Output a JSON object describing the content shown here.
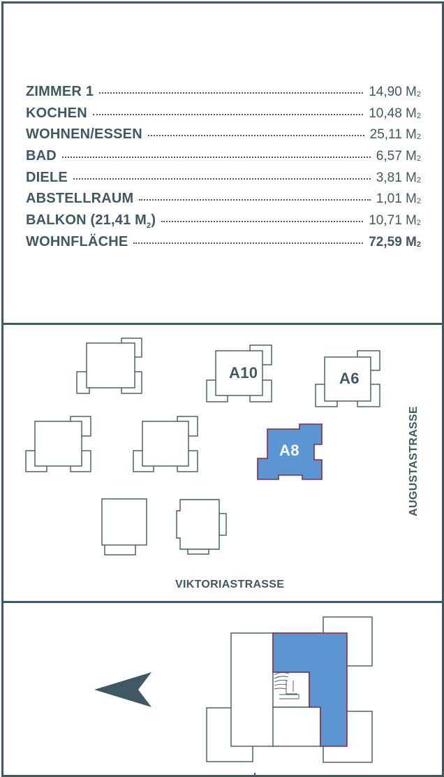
{
  "rooms": [
    {
      "name": "ZIMMER 1",
      "value": "14,90",
      "unit": "M",
      "exp": "2"
    },
    {
      "name": "KOCHEN",
      "value": "10,48",
      "unit": "M",
      "exp": "2"
    },
    {
      "name": "WOHNEN/ESSEN",
      "value": "25,11",
      "unit": "M",
      "exp": "2"
    },
    {
      "name": "BAD",
      "value": "6,57",
      "unit": "M",
      "exp": "2"
    },
    {
      "name": "DIELE",
      "value": "3,81",
      "unit": "M",
      "exp": "2"
    },
    {
      "name": "ABSTELLRAUM",
      "value": "1,01",
      "unit": "M",
      "exp": "2"
    },
    {
      "name": "BALKON (21,41 M",
      "name_exp": "2",
      "name_tail": ")",
      "value": "10,71",
      "unit": "M",
      "exp": "2"
    },
    {
      "name": "WOHNFLÄCHE",
      "value": "72,59",
      "unit": "M",
      "exp": "2",
      "total": true
    }
  ],
  "site": {
    "labels": {
      "a10": "A10",
      "a6": "A6",
      "a8": "A8"
    },
    "street_south": "VIKTORIASTRASSE",
    "street_east": "AUGUSTASTRASSE"
  },
  "colors": {
    "primary": "#3f5863",
    "highlight": "#5b95d4",
    "highlight_border": "#8b2a3a",
    "background": "#ffffff"
  }
}
